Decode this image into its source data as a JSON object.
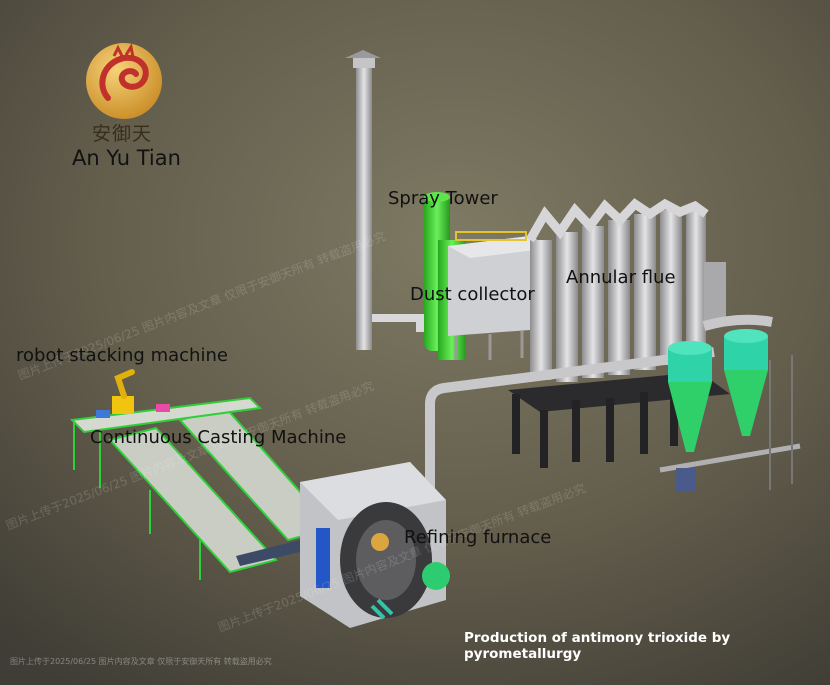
{
  "brand": {
    "name_cn": "安御天",
    "name_en": "An Yu Tian"
  },
  "labels": {
    "spray_tower": "Spray Tower",
    "dust_collector": "Dust collector",
    "annular_flue": "Annular flue",
    "robot_stacking": "robot stacking machine",
    "continuous_casting": "Continuous Casting Machine",
    "refining_furnace": "Refining furnace"
  },
  "caption": "Production of antimony trioxide by pyrometallurgy",
  "watermark": "图片上传于2025/06/25 图片内容及文章 仅限于安御天所有 转载盗用必究",
  "colors": {
    "accent_gold": "#d9a640",
    "logo_red": "#c0312b",
    "equipment_green": "#3ecf2e",
    "cyclone_teal": "#2ed3a8",
    "steel_gray": "#b9b9bb"
  }
}
